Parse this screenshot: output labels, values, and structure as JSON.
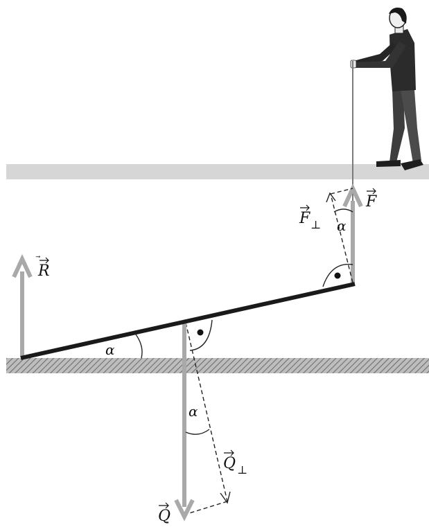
{
  "diagram": {
    "colors": {
      "upper_floor": "#d6d6d6",
      "ground_hatch": "#777777",
      "beam": "#1a1a1a",
      "force_arrow": "#a9a9a9",
      "component_dash": "#222222",
      "person_dark": "#2e2e2e",
      "person_mid": "#4a4a4a"
    },
    "labels": {
      "R": "R",
      "F": "F",
      "F_perp": "F",
      "Q": "Q",
      "Q_perp": "Q",
      "perp_sub": "⊥",
      "alpha_ground": "α",
      "alpha_top": "α",
      "alpha_bottom": "α"
    },
    "icons": {
      "person": "person-pulling-rope-icon",
      "right_angle": "right-angle-dot-icon"
    }
  }
}
